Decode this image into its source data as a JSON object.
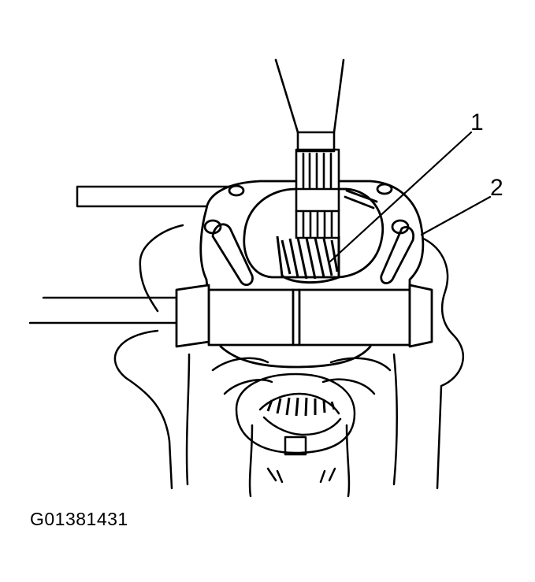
{
  "callouts": [
    {
      "number": "1"
    },
    {
      "number": "2"
    }
  ],
  "figure_id": "G01381431",
  "colors": {
    "ink": "#000000",
    "paper": "#ffffff"
  }
}
